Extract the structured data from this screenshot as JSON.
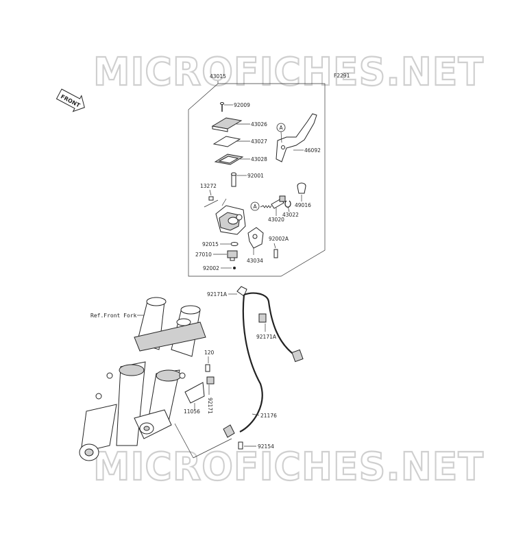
{
  "watermark": "MICROFICHES.NET",
  "figure_code": "F2291",
  "front_badge": "FRONT",
  "reference_label": "Ref.Front Fork",
  "callout_letter": "A",
  "parts": {
    "assembly": "43015",
    "screw": "92009",
    "cap": "43026",
    "plate": "43027",
    "diaphragm": "43028",
    "lever": "46092",
    "bolt_top": "92001",
    "switch": "13272",
    "boot": "49016",
    "piston": "43020",
    "ring": "43022",
    "washer": "92015",
    "holder": "43034",
    "bolt_holder": "92002A",
    "sensor": "27010",
    "screw_sensor": "92002",
    "clamp_upper": "92171A",
    "clamp_mid": "92171A",
    "bolt_120": "120",
    "clamp_small": "92171",
    "bracket": "11056",
    "hose": "21176",
    "bolt_bottom": "92154"
  }
}
